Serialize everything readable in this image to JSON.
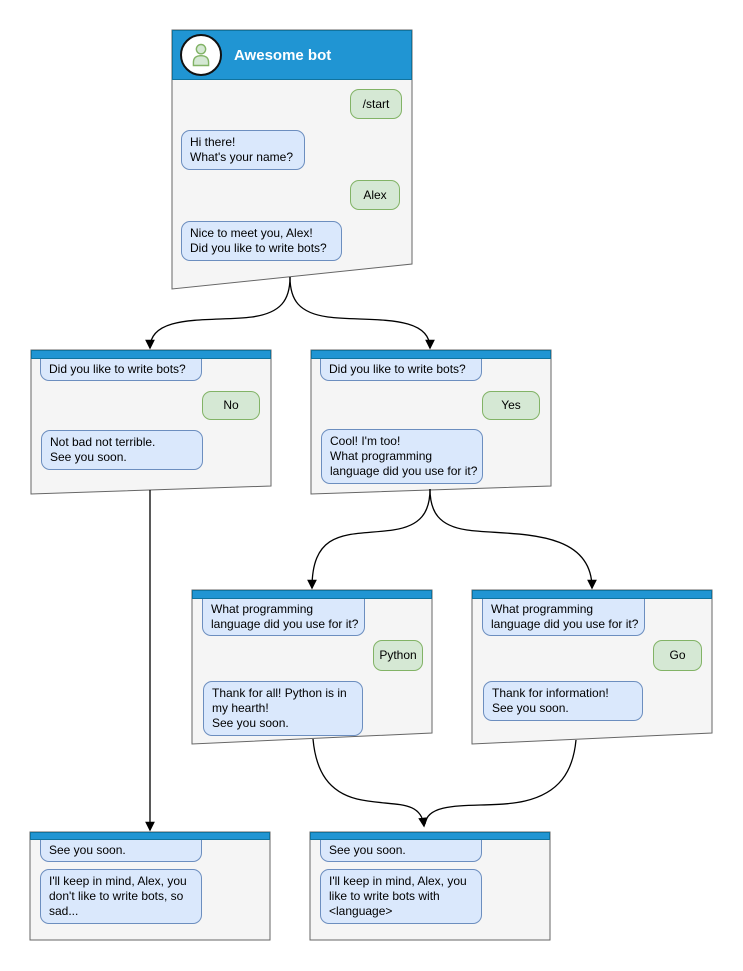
{
  "colors": {
    "titlebar_fill": "#2095D3",
    "titlebar_border": "#10739E",
    "window_fill": "#F5F5F5",
    "window_border": "#666666",
    "bot_bubble_fill": "#DAE8FC",
    "bot_bubble_border": "#6C8EBF",
    "user_bubble_fill": "#D5E8D4",
    "user_bubble_border": "#82B366",
    "title_text": "#FFFFFF",
    "message_text": "#000000",
    "arrow": "#000000"
  },
  "windows": [
    {
      "id": "root",
      "title": "Awesome bot",
      "avatar_icon": "person-icon",
      "messages": [
        {
          "side": "user",
          "text": "/start"
        },
        {
          "side": "bot",
          "text": "Hi there!\nWhat's your name?"
        },
        {
          "side": "user",
          "text": "Alex"
        },
        {
          "side": "bot",
          "text": "Nice to meet you, Alex!\nDid you like to write bots?"
        }
      ]
    },
    {
      "id": "branch-no",
      "messages": [
        {
          "side": "bot",
          "text": "Did you like to write bots?"
        },
        {
          "side": "user",
          "text": "No"
        },
        {
          "side": "bot",
          "text": "Not bad not terrible.\nSee you soon."
        }
      ]
    },
    {
      "id": "branch-yes",
      "messages": [
        {
          "side": "bot",
          "text": "Did you like to write bots?"
        },
        {
          "side": "user",
          "text": "Yes"
        },
        {
          "side": "bot",
          "text": "Cool! I'm too!\nWhat programming\nlanguage did you use for it?"
        }
      ]
    },
    {
      "id": "branch-python",
      "messages": [
        {
          "side": "bot",
          "text": "What programming\nlanguage did you use for it?"
        },
        {
          "side": "user",
          "text": "Python"
        },
        {
          "side": "bot",
          "text": "Thank for all! Python is in\nmy hearth!\nSee you soon."
        }
      ]
    },
    {
      "id": "branch-go",
      "messages": [
        {
          "side": "bot",
          "text": "What programming\nlanguage did you use for it?"
        },
        {
          "side": "user",
          "text": "Go"
        },
        {
          "side": "bot",
          "text": "Thank for information!\nSee you soon."
        }
      ]
    },
    {
      "id": "end-no",
      "messages": [
        {
          "side": "bot",
          "text": "See you soon."
        },
        {
          "side": "bot",
          "text": "I'll keep in mind, Alex, you\ndon't like to write bots, so\nsad..."
        }
      ]
    },
    {
      "id": "end-yes",
      "messages": [
        {
          "side": "bot",
          "text": "See you soon."
        },
        {
          "side": "bot",
          "text": "I'll keep in mind, Alex, you\nlike to write bots with\n<language>"
        }
      ]
    }
  ]
}
